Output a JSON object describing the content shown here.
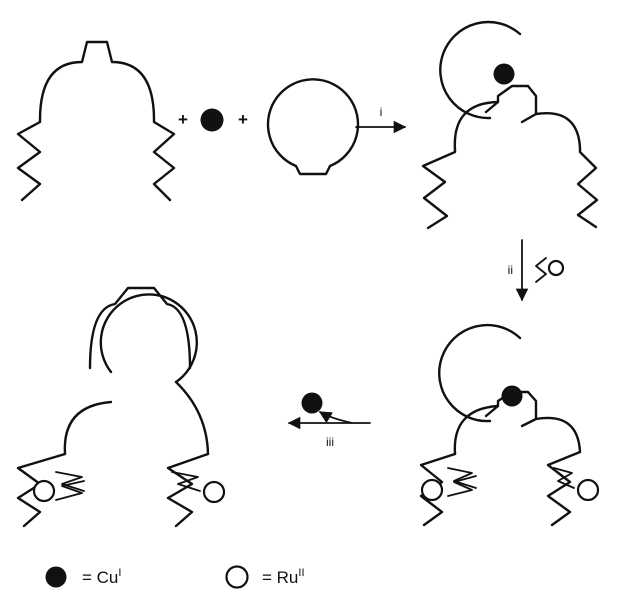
{
  "colors": {
    "ink": "#111111",
    "copper": "#111111",
    "paper": "#ffffff"
  },
  "operators": {
    "plus": "+"
  },
  "steps": {
    "step1": {
      "label": "i"
    },
    "step2": {
      "label": "ii"
    },
    "step3": {
      "label": "iii"
    }
  },
  "legend": {
    "copper": {
      "symbol": "filled-circle",
      "text": "= Cu",
      "superscript": "I"
    },
    "ruthenium": {
      "symbol": "open-circle",
      "text": "= Ru",
      "superscript": "II"
    }
  }
}
